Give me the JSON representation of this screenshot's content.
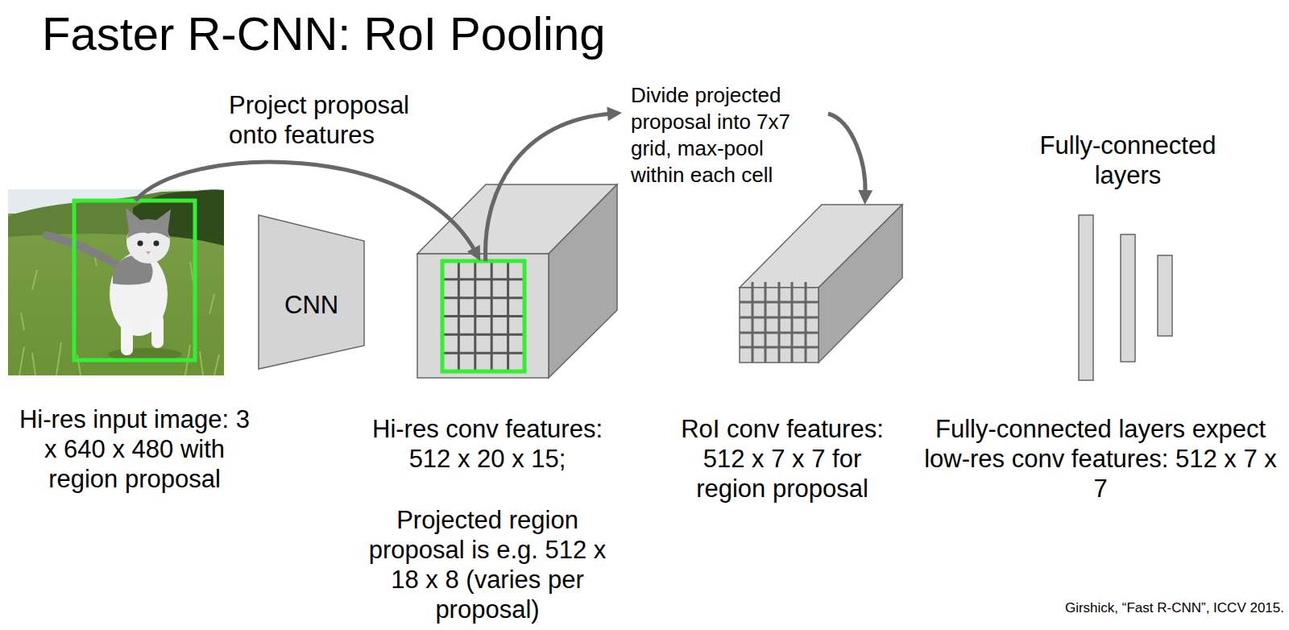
{
  "diagram": {
    "title": "Faster R-CNN: RoI Pooling",
    "nodes": [
      {
        "text": [
          "Hi-res input image: 3 x 640 x 480 with region proposal"
        ]
      },
      {
        "text": [
          "CNN"
        ]
      },
      {
        "text": [
          "Hi-res conv features: 512 x 20 x 15;",
          "Projected region proposal is e.g. 512 x 18 x 8 (varies per proposal)"
        ]
      },
      {
        "text": [
          "RoI conv features: 512 x 7 x 7 for region proposal"
        ]
      },
      {
        "text": [
          "Fully-connected layers",
          "Fully-connected layers expect low-res conv features: 512 x 7 x 7"
        ]
      }
    ],
    "edges": [
      {
        "from": 0,
        "to": 2,
        "label": "Project proposal onto features",
        "arrow": "to"
      },
      {
        "from": 2,
        "to": 3,
        "label": "Divide projected proposal into 7x7 grid, max-pool within each cell",
        "arrow": "to"
      }
    ],
    "labels": [
      "Girshick, “Fast R-CNN”, ICCV 2015."
    ]
  }
}
